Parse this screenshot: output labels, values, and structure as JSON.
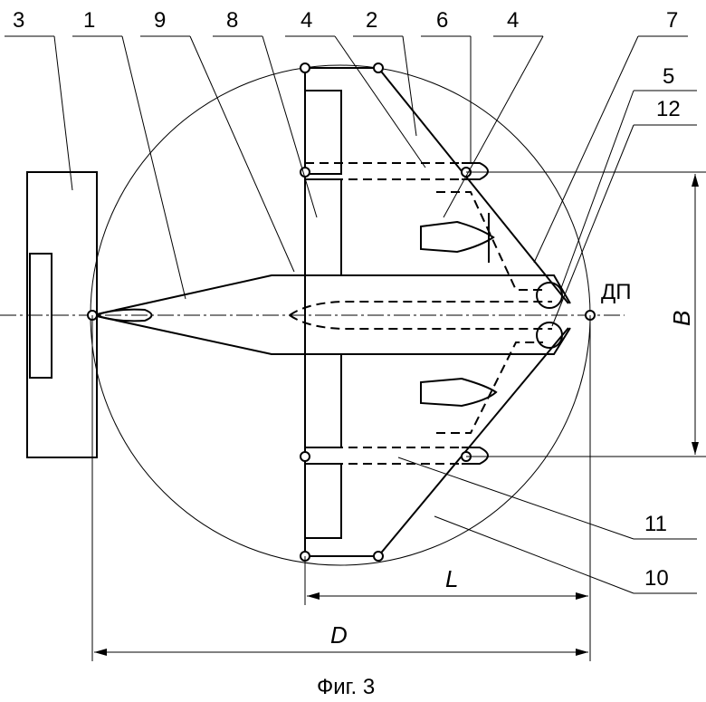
{
  "figure": {
    "caption": "Фиг. 3",
    "labels_top": [
      "3",
      "1",
      "9",
      "8",
      "4",
      "2",
      "6",
      "4",
      "7"
    ],
    "labels_right": [
      "5",
      "12",
      "11",
      "10"
    ],
    "dp_label": "ДП",
    "dim_B": "B",
    "dim_L": "L",
    "dim_D": "D"
  }
}
